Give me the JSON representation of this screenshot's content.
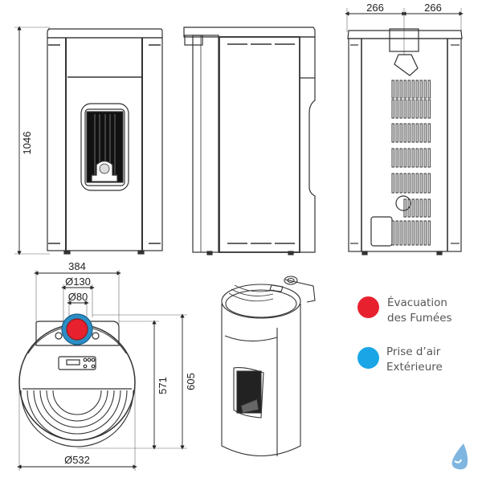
{
  "dimensions": {
    "height": "1046",
    "half_width_left": "266",
    "half_width_right": "266",
    "top_width": "384",
    "flue_outer_diameter": "Ø130",
    "flue_inner_diameter": "Ø80",
    "depth_total": "605",
    "depth_body": "571",
    "body_diameter": "Ø532"
  },
  "legend": [
    {
      "line1": "Évacuation",
      "line2": "des Fumées",
      "color": "#e8212e"
    },
    {
      "line1": "Prise d’air",
      "line2": "Extérieure",
      "color": "#1aa6e6"
    }
  ],
  "colors": {
    "line": "#333333",
    "flue_red": "#e8212e",
    "air_blue": "#2a8fc6",
    "logo": "#7fb6e0"
  },
  "logo_icon": "water-drop-logo-icon"
}
